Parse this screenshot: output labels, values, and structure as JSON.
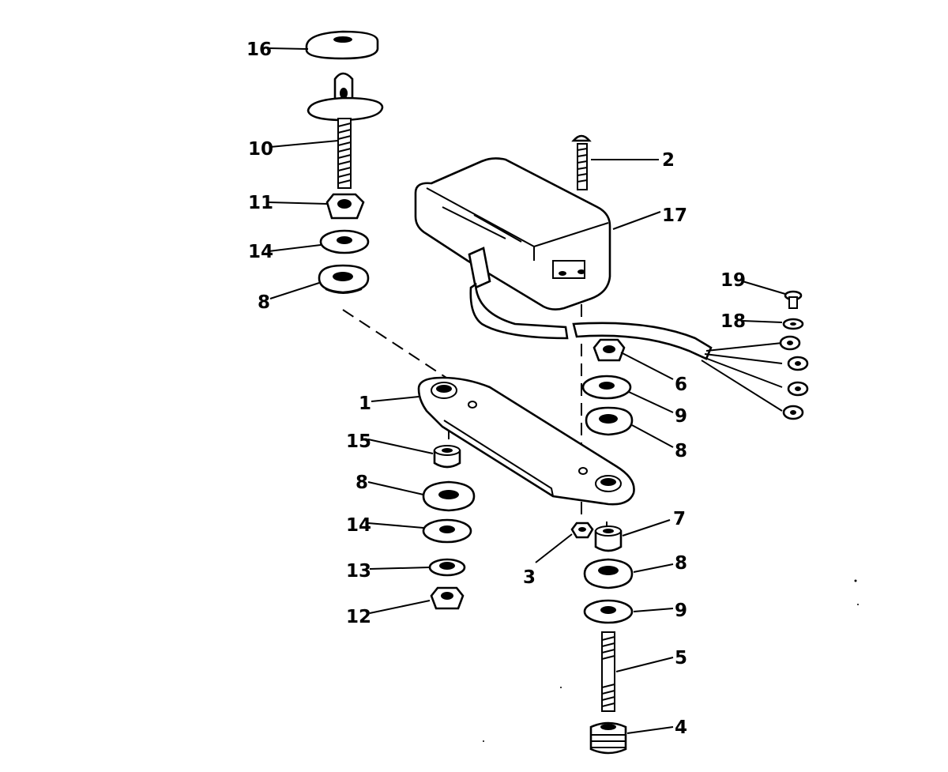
{
  "diagram": {
    "callouts": [
      {
        "id": "c16",
        "text": "16"
      },
      {
        "id": "c10",
        "text": "10"
      },
      {
        "id": "c11",
        "text": "11"
      },
      {
        "id": "c14a",
        "text": "14"
      },
      {
        "id": "c8a",
        "text": "8"
      },
      {
        "id": "c2",
        "text": "2"
      },
      {
        "id": "c17",
        "text": "17"
      },
      {
        "id": "c19",
        "text": "19"
      },
      {
        "id": "c18",
        "text": "18"
      },
      {
        "id": "c6",
        "text": "6"
      },
      {
        "id": "c9a",
        "text": "9"
      },
      {
        "id": "c8b",
        "text": "8"
      },
      {
        "id": "c1",
        "text": "1"
      },
      {
        "id": "c15",
        "text": "15"
      },
      {
        "id": "c8c",
        "text": "8"
      },
      {
        "id": "c14b",
        "text": "14"
      },
      {
        "id": "c13",
        "text": "13"
      },
      {
        "id": "c12",
        "text": "12"
      },
      {
        "id": "c3",
        "text": "3"
      },
      {
        "id": "c7",
        "text": "7"
      },
      {
        "id": "c8d",
        "text": "8"
      },
      {
        "id": "c9b",
        "text": "9"
      },
      {
        "id": "c5",
        "text": "5"
      },
      {
        "id": "c4",
        "text": "4"
      }
    ]
  }
}
